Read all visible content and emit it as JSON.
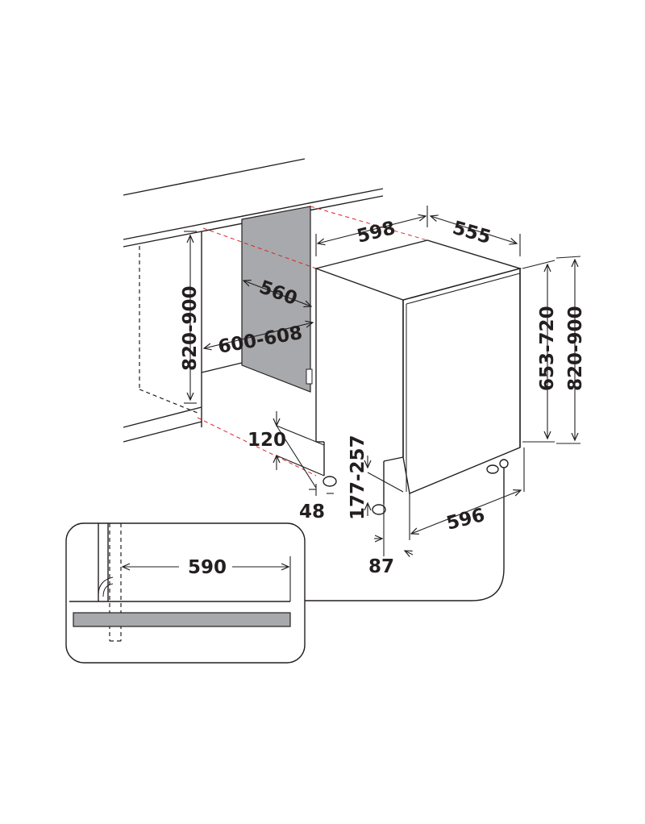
{
  "labels": {
    "cabinet_height": "820-900",
    "niche_depth": "560",
    "niche_width": "600-608",
    "appliance_width": "598",
    "appliance_depth": "555",
    "door_height": "653-720",
    "appliance_height": "820-900",
    "plinth_height": "120",
    "foot_offset": "48",
    "adjustable_gap": "177-257",
    "door_width": "596",
    "door_recess": "87",
    "inner_width": "590"
  },
  "colors": {
    "line": "#231f20",
    "red_guide": "#e0242b",
    "panel_gray": "#a7a9ac",
    "background": "#ffffff"
  }
}
